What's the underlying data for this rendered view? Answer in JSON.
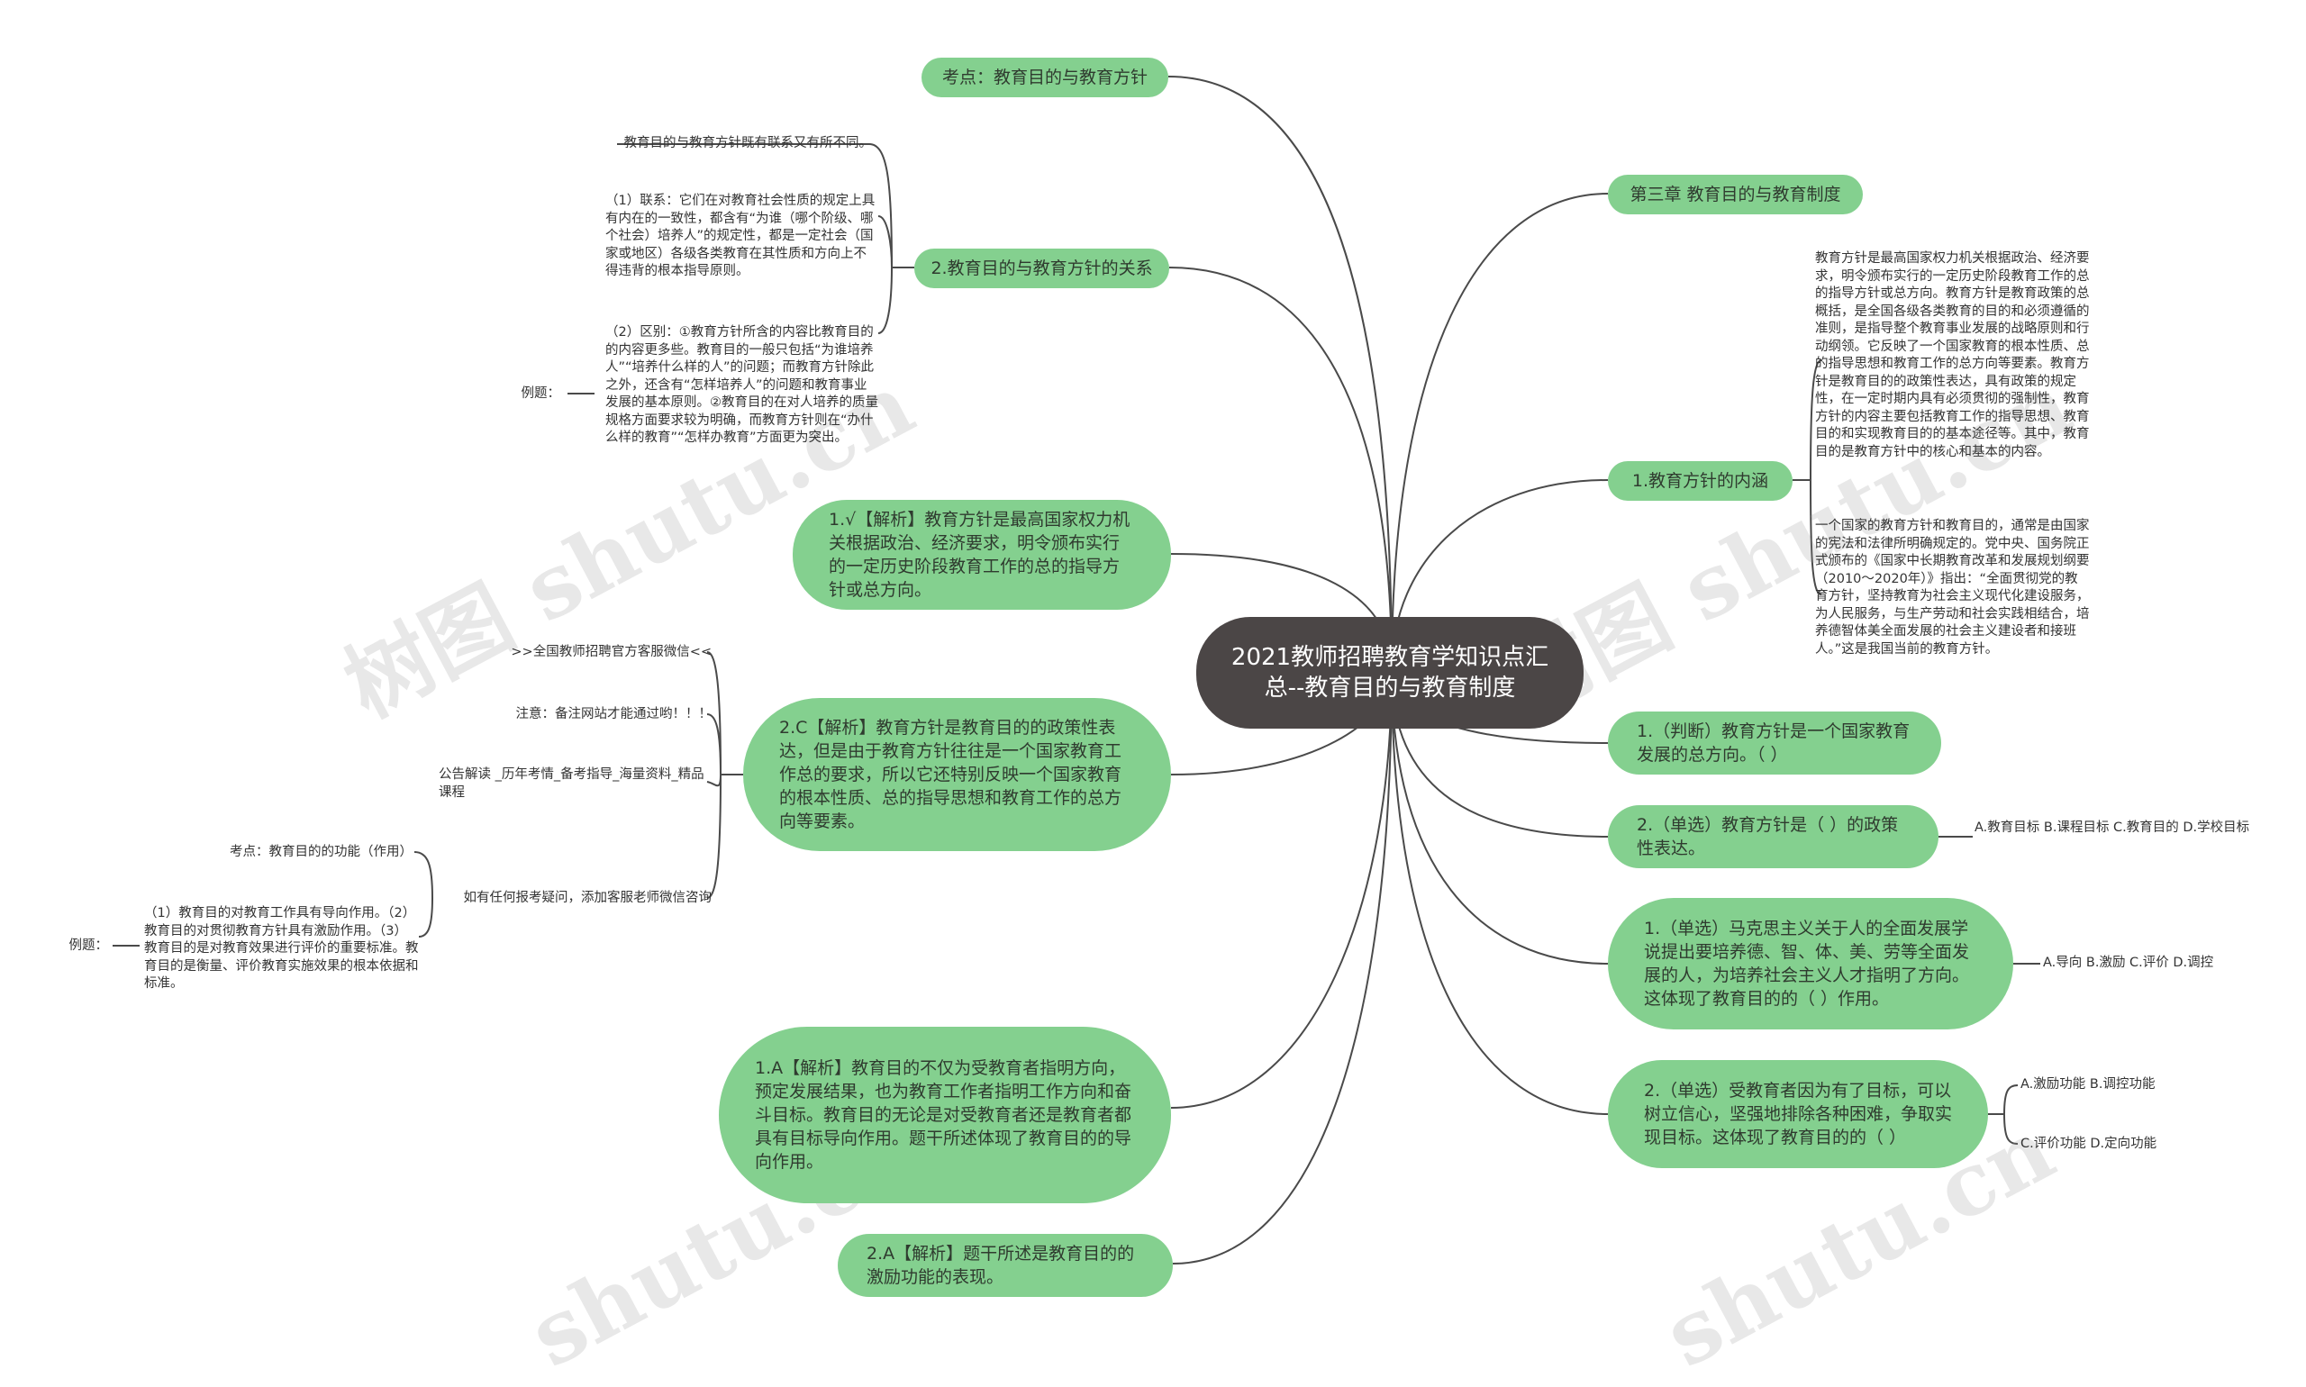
{
  "root": {
    "title": "2021教师招聘教育学知识点汇总--教育目的与教育制度"
  },
  "left": {
    "kaodian1": "考点：教育目的与教育方针",
    "relation": {
      "label": "2.教育目的与教育方针的关系",
      "intro": "教育目的与教育方针既有联系又有所不同。",
      "link": "（1）联系：它们在对教育社会性质的规定上具有内在的一致性，都含有“为谁（哪个阶级、哪个社会）培养人”的规定性，都是一定社会（国家或地区）各级各类教育在其性质和方向上不得违背的根本指导原则。",
      "diff": "（2）区别：①教育方针所含的内容比教育目的的内容更多些。教育目的一般只包括“为谁培养人”“培养什么样的人”的问题；而教育方针除此之外，还含有“怎样培养人”的问题和教育事业发展的基本原则。②教育目的在对人培养的质量规格方面要求较为明确，而教育方针则在“办什么样的教育”“怎样办教育”方面更为突出。",
      "example_label": "例题："
    },
    "ans1": "1.√【解析】教育方针是最高国家权力机关根据政治、经济要求，明令颁布实行的一定历史阶段教育工作的总的指导方针或总方向。",
    "ans2": {
      "label": "2.C【解析】教育方针是教育目的的政策性表达，但是由于教育方针往往是一个国家教育工作总的要求，所以它还特别反映一个国家教育的根本性质、总的指导思想和教育工作的总方向等要素。",
      "notes": [
        ">>全国教师招聘官方客服微信<<",
        "注意：备注网站才能通过哟！！！",
        "公告解读 _历年考情_备考指导_海量资料_精品课程",
        "如有任何报考疑问，添加客服老师微信咨询"
      ],
      "kaodian2": "考点：教育目的的功能（作用）",
      "functions": "（1）教育目的对教育工作具有导向作用。（2）教育目的对贯彻教育方针具有激励作用。（3）教育目的是对教育效果进行评价的重要标准。教育目的是衡量、评价教育实施效果的根本依据和标准。",
      "example_label": "例题："
    },
    "ans3": "1.A【解析】教育目的不仅为受教育者指明方向，预定发展结果，也为教育工作者指明工作方向和奋斗目标。教育目的无论是对受教育者还是教育者都具有目标导向作用。题干所述体现了教育目的的导向作用。",
    "ans4": "2.A【解析】题干所述是教育目的的激励功能的表现。"
  },
  "right": {
    "chapter": "第三章 教育目的与教育制度",
    "connotation": {
      "label": "1.教育方针的内涵",
      "text1": "教育方针是最高国家权力机关根据政治、经济要求，明令颁布实行的一定历史阶段教育工作的总的指导方针或总方向。教育方针是教育政策的总概括，是全国各级各类教育的目的和必须遵循的准则，是指导整个教育事业发展的战略原则和行动纲领。它反映了一个国家教育的根本性质、总的指导思想和教育工作的总方向等要素。教育方针是教育目的的政策性表达，具有政策的规定性，在一定时期内具有必须贯彻的强制性，教育方针的内容主要包括教育工作的指导思想、教育目的和实现教育目的的基本途径等。其中，教育目的是教育方针中的核心和基本的内容。",
      "text2": "一个国家的教育方针和教育目的，通常是由国家的宪法和法律所明确规定的。党中央、国务院正式颁布的《国家中长期教育改革和发展规划纲要（2010～2020年）》指出：“全面贯彻党的教育方针，坚持教育为社会主义现代化建设服务，为人民服务，与生产劳动和社会实践相结合，培养德智体美全面发展的社会主义建设者和接班人。”这是我国当前的教育方针。"
    },
    "q1": "1.（判断）教育方针是一个国家教育发展的总方向。（ ）",
    "q2": {
      "label": "2.（单选）教育方针是（ ）的政策性表达。",
      "options": "A.教育目标 B.课程目标 C.教育目的 D.学校目标"
    },
    "q3": {
      "label": "1.（单选）马克思主义关于人的全面发展学说提出要培养德、智、体、美、劳等全面发展的人，为培养社会主义人才指明了方向。这体现了教育目的的（ ）作用。",
      "options": "A.导向 B.激励 C.评价 D.调控"
    },
    "q4": {
      "label": "2.（单选）受教育者因为有了目标，可以树立信心，坚强地排除各种困难，争取实现目标。这体现了教育目的的（ ）",
      "opt1": "A.激励功能 B.调控功能",
      "opt2": "C.评价功能 D.定向功能"
    }
  },
  "watermarks": [
    "树图 shutu.cn",
    "树图 shutu.cn",
    "shutu.cn",
    "shutu.cn"
  ],
  "colors": {
    "node": "#84d08f",
    "root": "#4b4646",
    "line": "#4a4a4a"
  }
}
